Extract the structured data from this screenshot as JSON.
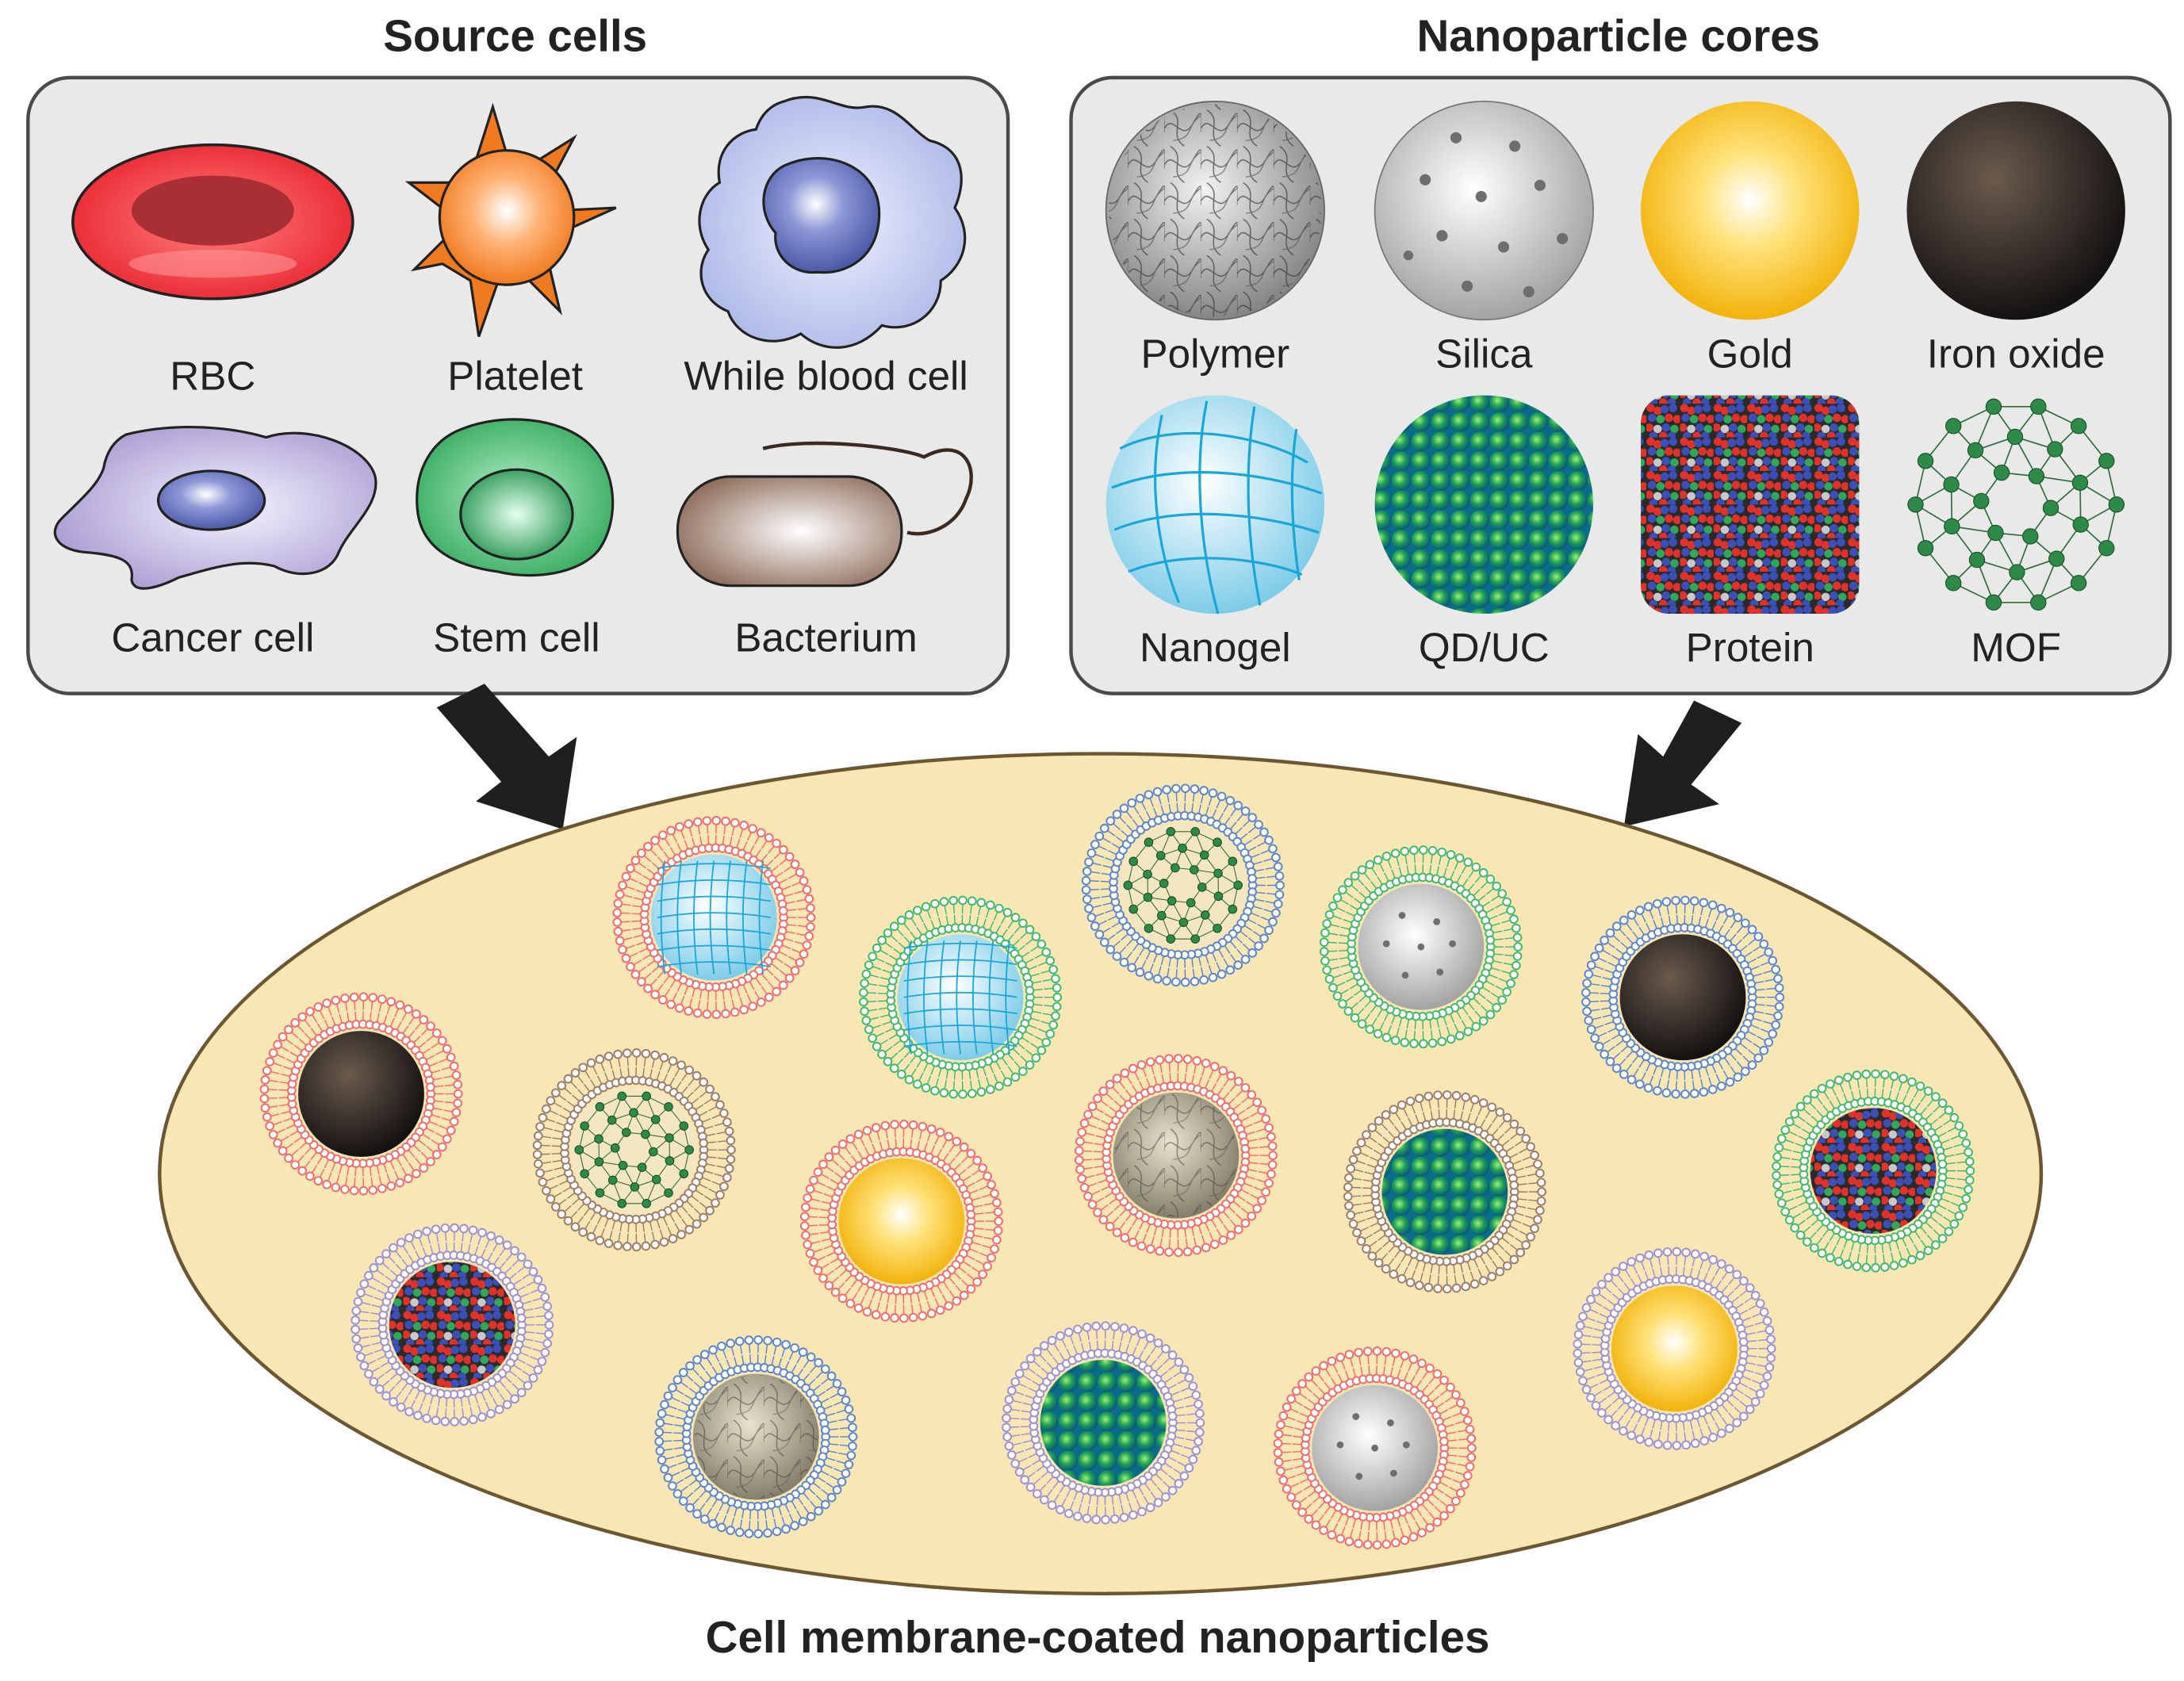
{
  "source_cells": {
    "title": "Source cells",
    "items": [
      {
        "label": "RBC",
        "icon": "rbc-icon"
      },
      {
        "label": "Platelet",
        "icon": "platelet-icon"
      },
      {
        "label": "While blood cell",
        "icon": "white-blood-cell-icon"
      },
      {
        "label": "Cancer cell",
        "icon": "cancer-cell-icon"
      },
      {
        "label": "Stem cell",
        "icon": "stem-cell-icon"
      },
      {
        "label": "Bacterium",
        "icon": "bacterium-icon"
      }
    ]
  },
  "nanoparticle_cores": {
    "title": "Nanoparticle cores",
    "items": [
      {
        "label": "Polymer",
        "icon": "polymer-core-icon"
      },
      {
        "label": "Silica",
        "icon": "silica-core-icon"
      },
      {
        "label": "Gold",
        "icon": "gold-core-icon"
      },
      {
        "label": "Iron oxide",
        "icon": "iron-oxide-core-icon"
      },
      {
        "label": "Nanogel",
        "icon": "nanogel-core-icon"
      },
      {
        "label": "QD/UC",
        "icon": "qd-uc-core-icon"
      },
      {
        "label": "Protein",
        "icon": "protein-core-icon"
      },
      {
        "label": "MOF",
        "icon": "mof-core-icon"
      }
    ]
  },
  "result": {
    "title": "Cell membrane-coated nanoparticles"
  },
  "colors": {
    "panel_fill": "#e9e9e9",
    "panel_stroke": "#4a4a4a",
    "ellipse_fill": "#f8e6b4",
    "ellipse_stroke": "#6d5732",
    "arrow": "#1f1f1f",
    "rbc_membrane": "#f06a6a",
    "wbc_membrane": "#5a84c8",
    "cancer_membrane": "#9b8fcf",
    "stem_membrane": "#3fb86a",
    "bacterium_membrane": "#9a7b6a",
    "gold": "#f7c21a",
    "iron_oxide": "#2a2522",
    "nanogel": "#8fd3ea",
    "qd": "#1a9a5a"
  }
}
